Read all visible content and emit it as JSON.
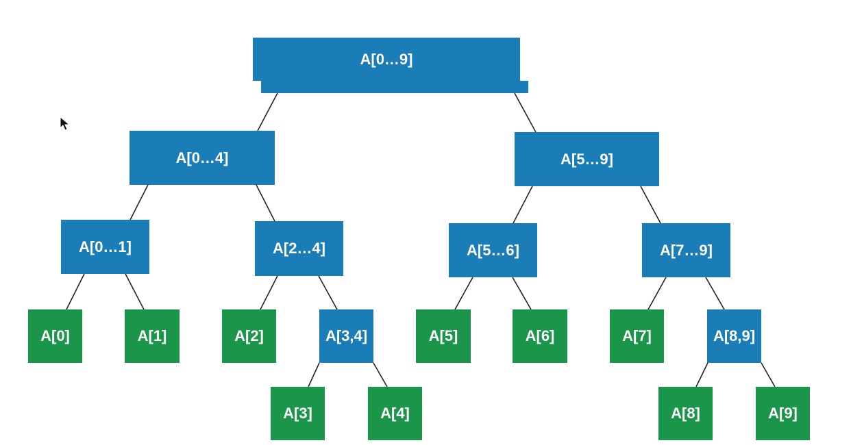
{
  "tree": {
    "colors": {
      "segment": "#1a7db8",
      "leaf": "#1a9549",
      "edge": "#222222"
    },
    "nodes": [
      {
        "id": "root",
        "label": "A[0…9]",
        "kind": "segment"
      },
      {
        "id": "n0_4",
        "label": "A[0…4]",
        "kind": "segment"
      },
      {
        "id": "n5_9",
        "label": "A[5…9]",
        "kind": "segment"
      },
      {
        "id": "n0_1",
        "label": "A[0…1]",
        "kind": "segment"
      },
      {
        "id": "n2_4",
        "label": "A[2…4]",
        "kind": "segment"
      },
      {
        "id": "n5_6",
        "label": "A[5…6]",
        "kind": "segment"
      },
      {
        "id": "n7_9",
        "label": "A[7…9]",
        "kind": "segment"
      },
      {
        "id": "a0",
        "label": "A[0]",
        "kind": "leaf"
      },
      {
        "id": "a1",
        "label": "A[1]",
        "kind": "leaf"
      },
      {
        "id": "a2",
        "label": "A[2]",
        "kind": "leaf"
      },
      {
        "id": "n3_4",
        "label": "A[3,4]",
        "kind": "segment"
      },
      {
        "id": "a5",
        "label": "A[5]",
        "kind": "leaf"
      },
      {
        "id": "a6",
        "label": "A[6]",
        "kind": "leaf"
      },
      {
        "id": "a7",
        "label": "A[7]",
        "kind": "leaf"
      },
      {
        "id": "n8_9",
        "label": "A[8,9]",
        "kind": "segment"
      },
      {
        "id": "a3",
        "label": "A[3]",
        "kind": "leaf"
      },
      {
        "id": "a4",
        "label": "A[4]",
        "kind": "leaf"
      },
      {
        "id": "a8",
        "label": "A[8]",
        "kind": "leaf"
      },
      {
        "id": "a9",
        "label": "A[9]",
        "kind": "leaf"
      }
    ],
    "edges": [
      [
        "root",
        "n0_4"
      ],
      [
        "root",
        "n5_9"
      ],
      [
        "n0_4",
        "n0_1"
      ],
      [
        "n0_4",
        "n2_4"
      ],
      [
        "n5_9",
        "n5_6"
      ],
      [
        "n5_9",
        "n7_9"
      ],
      [
        "n0_1",
        "a0"
      ],
      [
        "n0_1",
        "a1"
      ],
      [
        "n2_4",
        "a2"
      ],
      [
        "n2_4",
        "n3_4"
      ],
      [
        "n5_6",
        "a5"
      ],
      [
        "n5_6",
        "a6"
      ],
      [
        "n7_9",
        "a7"
      ],
      [
        "n7_9",
        "n8_9"
      ],
      [
        "n3_4",
        "a3"
      ],
      [
        "n3_4",
        "a4"
      ],
      [
        "n8_9",
        "a8"
      ],
      [
        "n8_9",
        "a9"
      ]
    ]
  }
}
